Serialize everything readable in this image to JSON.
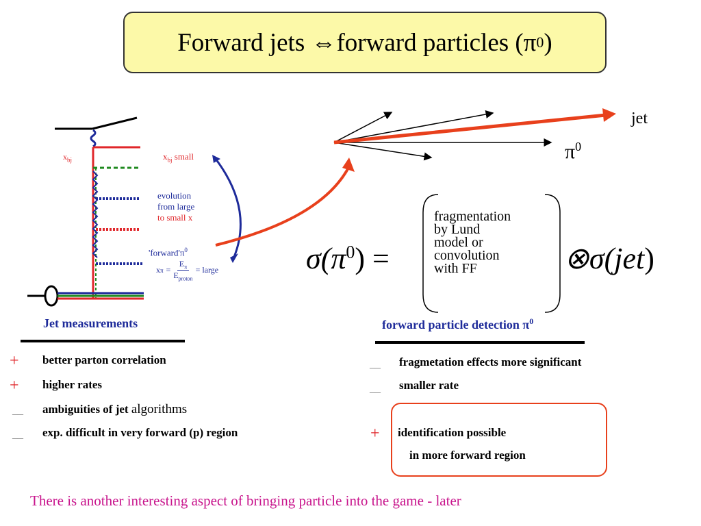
{
  "title": {
    "text": "Forward jets ⇔forward particles (π",
    "sup": "0",
    "close": ")"
  },
  "diagram": {
    "xbj_left": "x",
    "xbj_left_sub": "bj",
    "xbj_small": "x",
    "xbj_small_sub": "bj",
    "xbj_small_word": "small",
    "evolution_lines": [
      "evolution",
      "from large",
      "to small x"
    ],
    "forward_label": "'forward'π",
    "forward_sup": "0",
    "x_pi": "x",
    "x_pi_sub": "π",
    "e_pi": "E",
    "e_pi_sub": "π",
    "e_proton": "E",
    "e_proton_sub": "proton",
    "eq_large": "= large",
    "eq_sign": "="
  },
  "right_diagram": {
    "jet_label": "jet",
    "pi_label": "π",
    "pi_sup": "0"
  },
  "formula": {
    "lhs": "σ(π",
    "lhs_sup": "0",
    "lhs_close": ") =",
    "frag_lines": [
      "fragmentation",
      "by Lund",
      "model or",
      "convolution",
      "with FF"
    ],
    "rhs": "⊗σ(",
    "rhs_jet": "jet",
    "rhs_close": ")"
  },
  "left_section": {
    "heading": "Jet measurements",
    "items": [
      {
        "sign": "+",
        "text": "better parton correlation",
        "extra": ""
      },
      {
        "sign": "+",
        "text": "higher rates",
        "extra": ""
      },
      {
        "sign": "__",
        "text": "ambiguities of jet",
        "extra": "algorithms"
      },
      {
        "sign": "__",
        "text": "exp. difficult in very forward (p) region",
        "extra": ""
      }
    ]
  },
  "right_section": {
    "heading": "forward particle detection π",
    "heading_sup": "0",
    "items": [
      {
        "sign": "__",
        "text": "fragmetation effects more significant"
      },
      {
        "sign": "__",
        "text": "smaller rate"
      },
      {
        "sign": "+",
        "text": "identification possible",
        "text2": "in more forward region"
      }
    ]
  },
  "footer": "There is another interesting aspect of bringing particle into the game - later",
  "colors": {
    "title_bg": "#fcf9a8",
    "arrow": "#e8401c",
    "red": "#e0262a",
    "blue": "#1e2b9a",
    "magenta": "#c8148c",
    "green": "#1f8a1f"
  }
}
